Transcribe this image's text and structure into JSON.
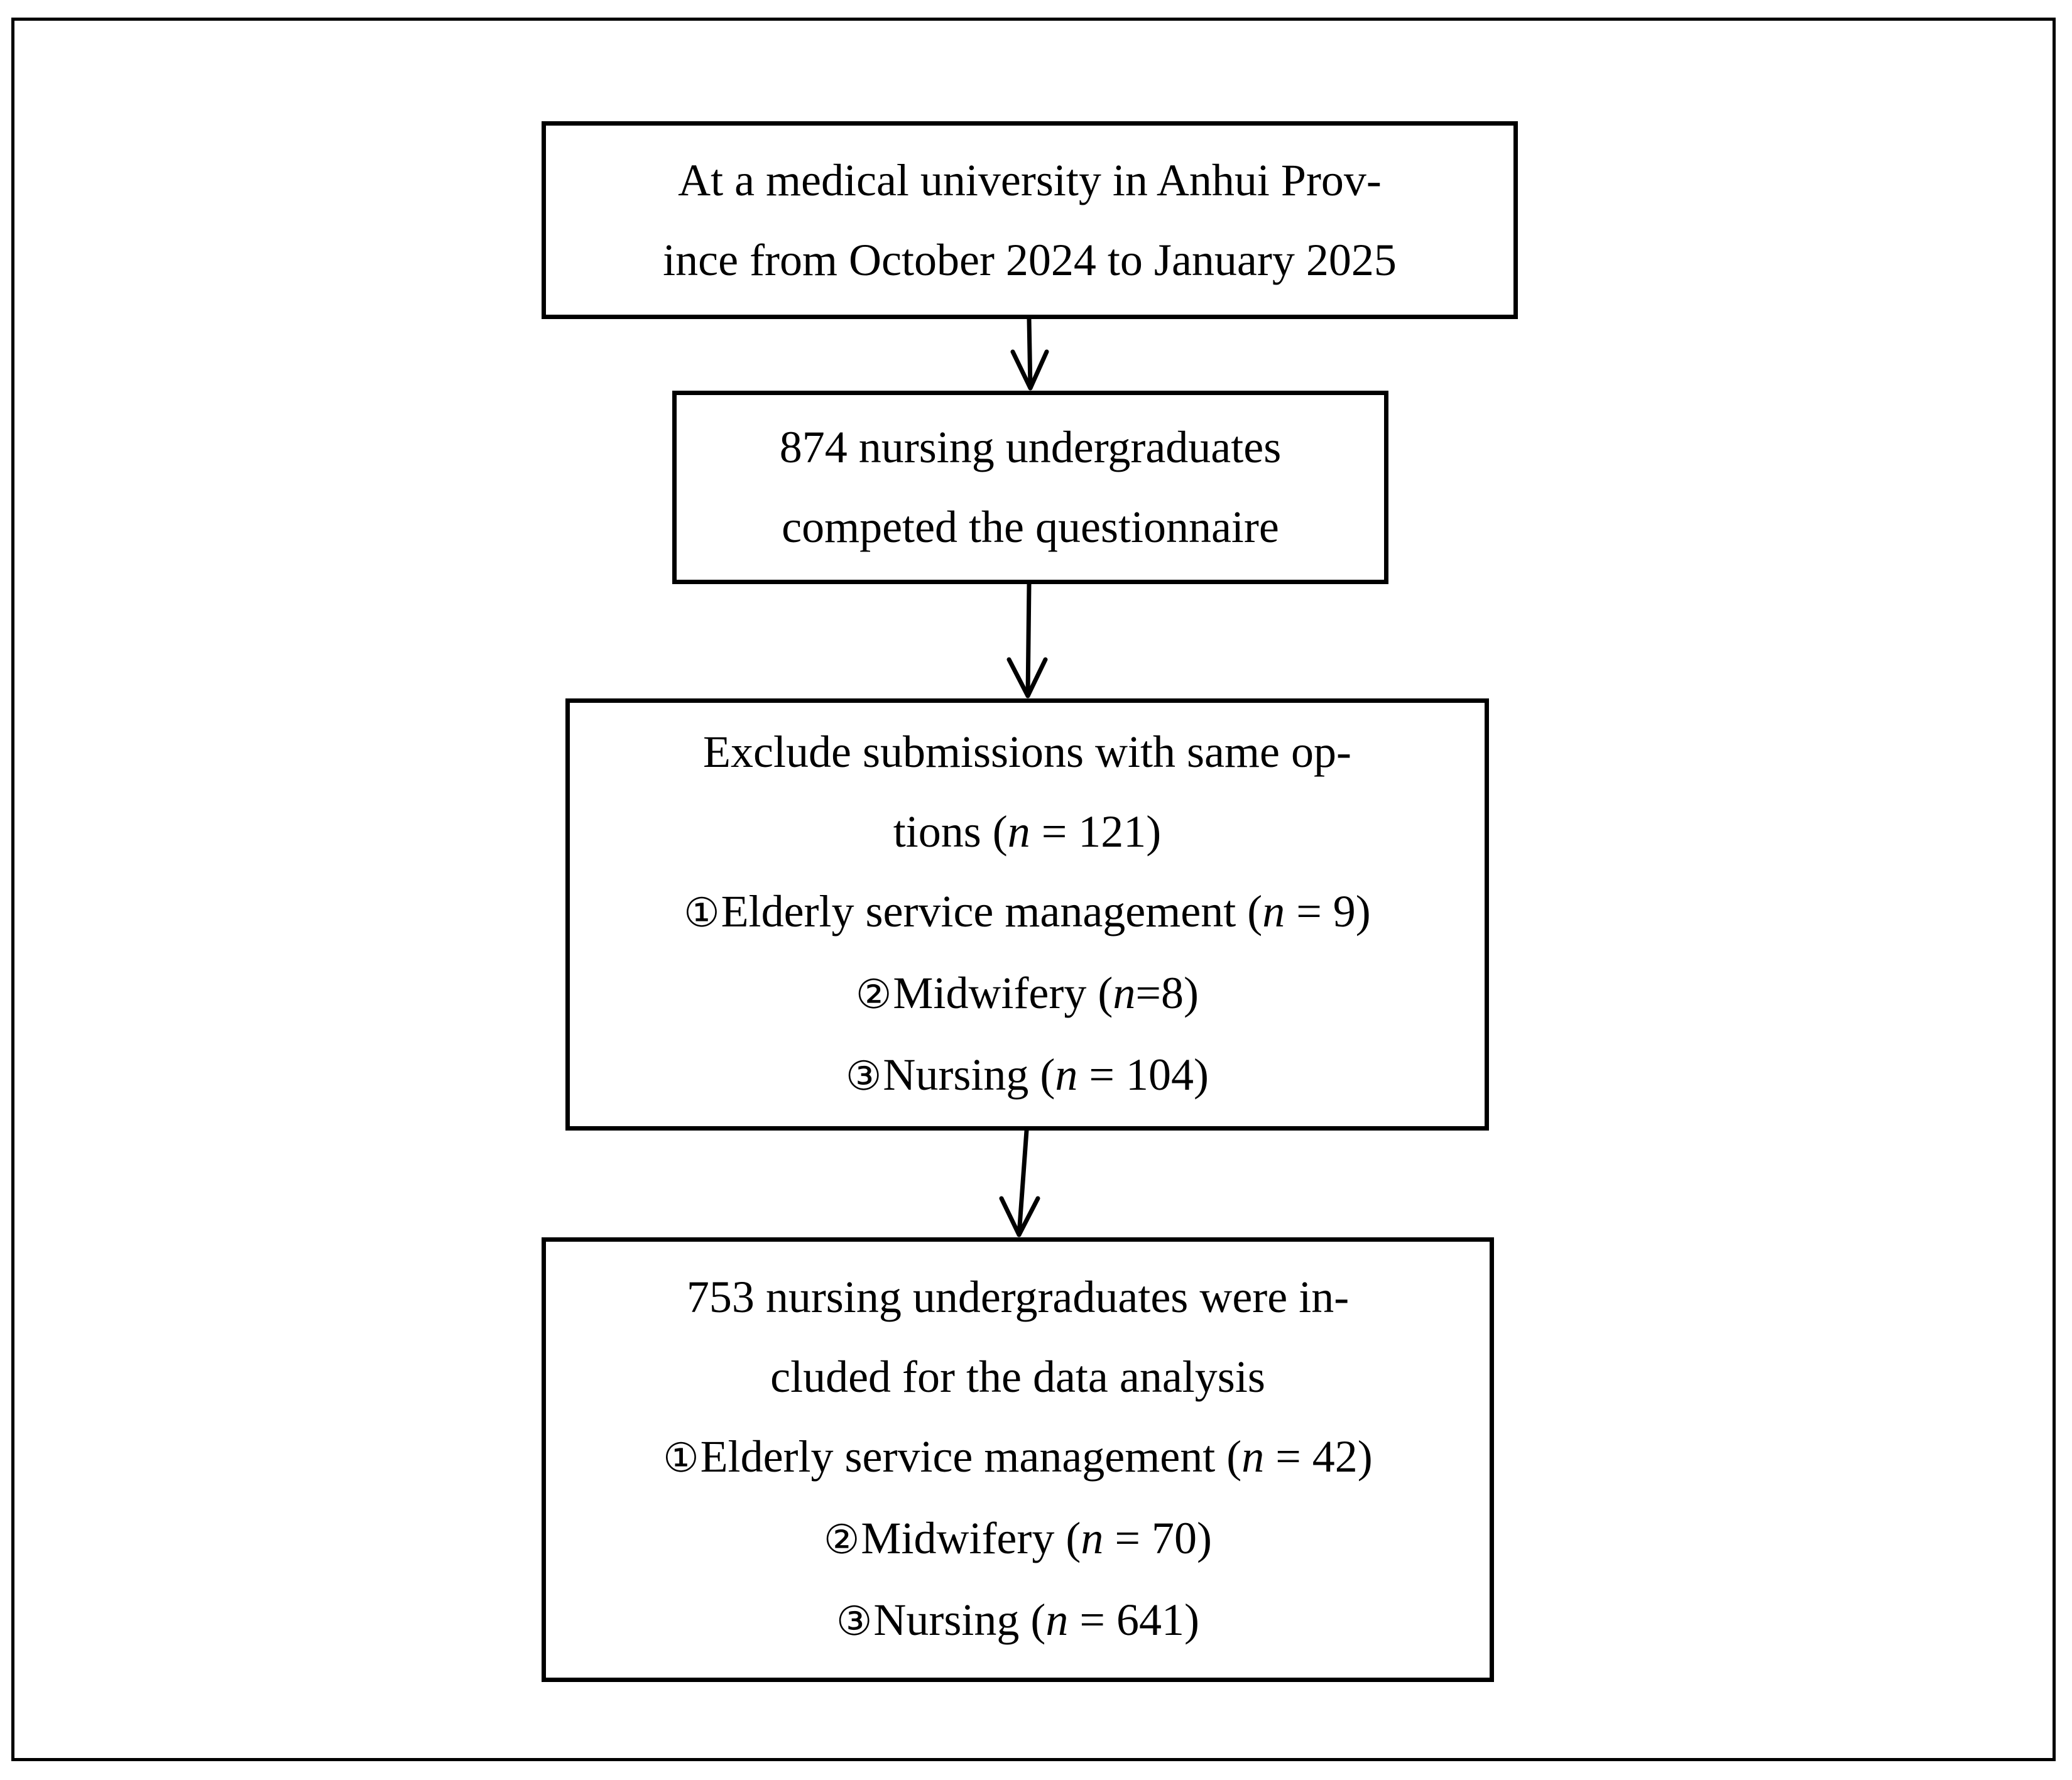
{
  "box1": {
    "lines": [
      "At a medical university in Anhui Prov-",
      "ince from October 2024 to January 2025"
    ]
  },
  "box2": {
    "lines": [
      "874 nursing undergraduates",
      "competed the questionnaire"
    ]
  },
  "box3": {
    "line1": "Exclude submissions with same op-",
    "line2_prefix": "tions (",
    "line2_n": "n",
    "line2_suffix": " = 121)",
    "items": [
      {
        "marker": "①",
        "label": "Elderly service management (",
        "n": "n",
        "value": " = 9)"
      },
      {
        "marker": "②",
        "label": "Midwifery (",
        "n": "n",
        "value": "=8)"
      },
      {
        "marker": "③",
        "label": "Nursing (",
        "n": "n",
        "value": " = 104)"
      }
    ]
  },
  "box4": {
    "lines": [
      "753 nursing undergraduates were in-",
      "cluded for the data analysis"
    ],
    "items": [
      {
        "marker": "①",
        "label": "Elderly service management (",
        "n": "n",
        "value": " = 42)"
      },
      {
        "marker": "②",
        "label": "Midwifery (",
        "n": "n",
        "value": " = 70)"
      },
      {
        "marker": "③",
        "label": "Nursing (",
        "n": "n",
        "value": " = 641)"
      }
    ]
  }
}
